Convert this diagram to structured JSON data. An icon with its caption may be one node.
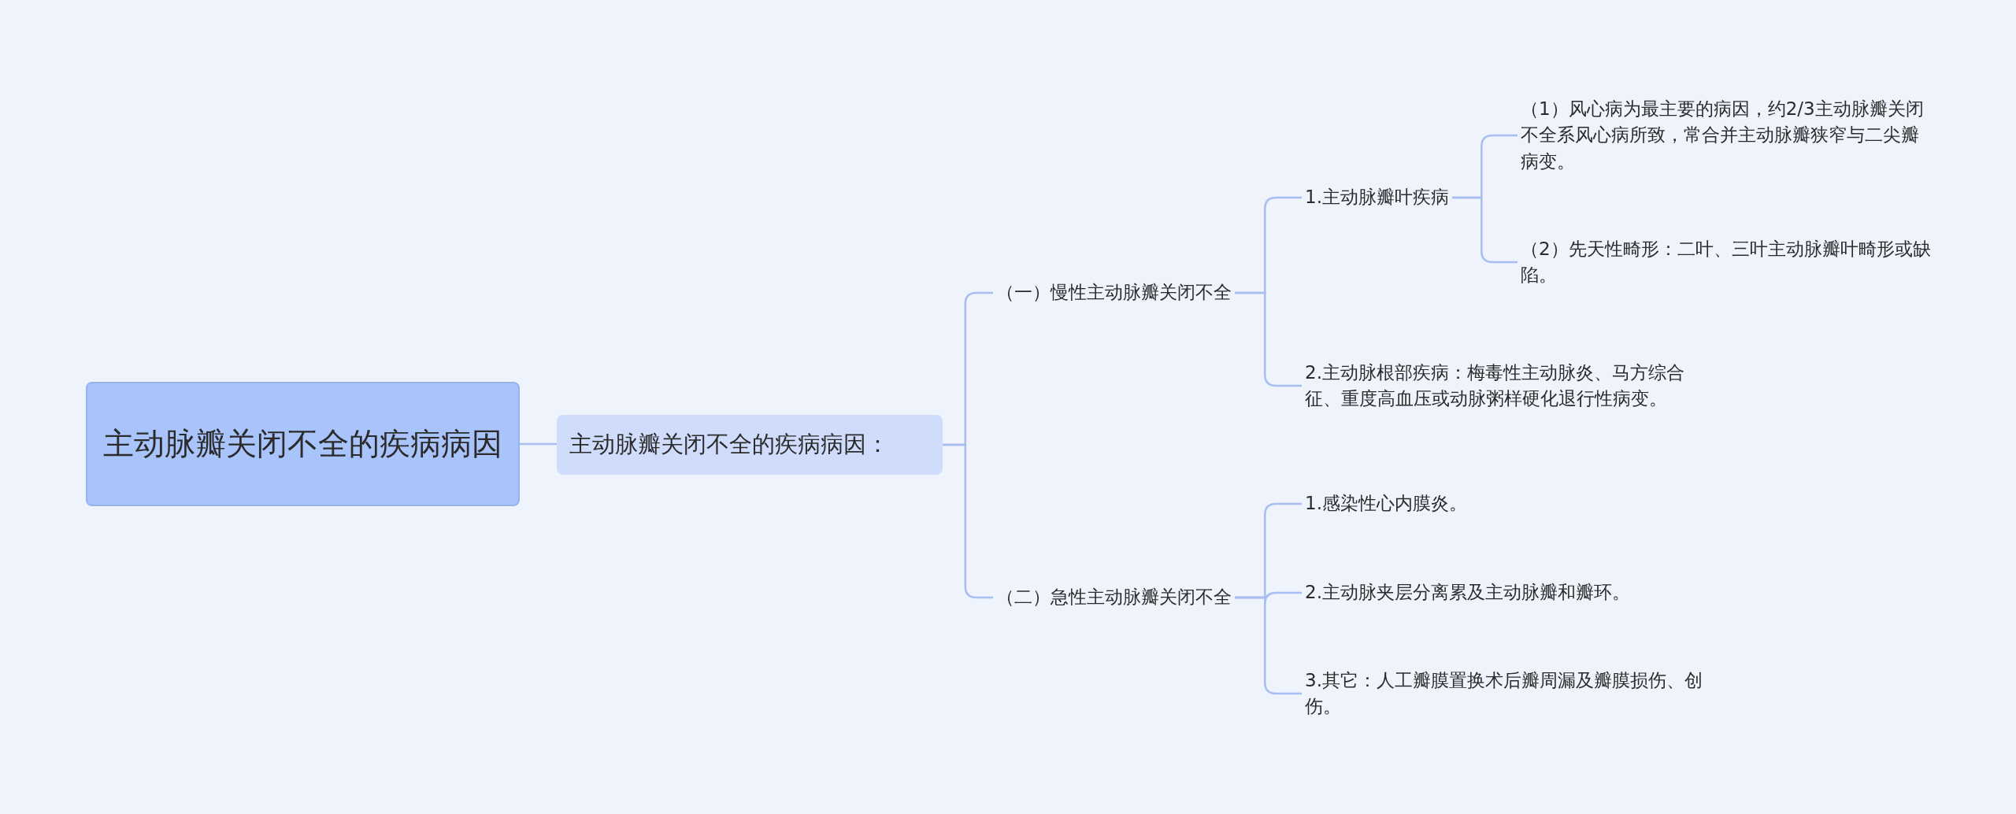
{
  "diagram": {
    "nodes": [
      {
        "text": [
          "主动脉瓣关闭不全的疾病病因"
        ]
      },
      {
        "text": [
          "主动脉瓣关闭不全的疾病病因："
        ]
      },
      {
        "text": [
          "（一）慢性主动脉瓣关闭不全"
        ]
      },
      {
        "text": [
          "（二）急性主动脉瓣关闭不全"
        ]
      },
      {
        "text": [
          "1.主动脉瓣叶疾病"
        ]
      },
      {
        "text": [
          "2.主动脉根部疾病：梅毒性主动脉炎、马方综合征、重度高血压或动脉粥样硬化退行性病变。"
        ]
      },
      {
        "text": [
          "（1）风心病为最主要的病因，约2/3主动脉瓣关闭不全系风心病所致，常合并主动脉瓣狭窄与二尖瓣病变。"
        ]
      },
      {
        "text": [
          "（2）先天性畸形：二叶、三叶主动脉瓣叶畸形或缺陷。"
        ]
      },
      {
        "text": [
          "1.感染性心内膜炎。"
        ]
      },
      {
        "text": [
          "2.主动脉夹层分离累及主动脉瓣和瓣环。"
        ]
      },
      {
        "text": [
          "3.其它：人工瓣膜置换术后瓣周漏及瓣膜损伤、创伤。"
        ]
      }
    ],
    "edges": [
      {
        "from": 0,
        "to": 1,
        "arrow": "none"
      },
      {
        "from": 1,
        "to": 2,
        "arrow": "none"
      },
      {
        "from": 1,
        "to": 3,
        "arrow": "none"
      },
      {
        "from": 2,
        "to": 4,
        "arrow": "none"
      },
      {
        "from": 2,
        "to": 5,
        "arrow": "none"
      },
      {
        "from": 4,
        "to": 6,
        "arrow": "none"
      },
      {
        "from": 4,
        "to": 7,
        "arrow": "none"
      },
      {
        "from": 3,
        "to": 8,
        "arrow": "none"
      },
      {
        "from": 3,
        "to": 9,
        "arrow": "none"
      },
      {
        "from": 3,
        "to": 10,
        "arrow": "none"
      }
    ]
  }
}
